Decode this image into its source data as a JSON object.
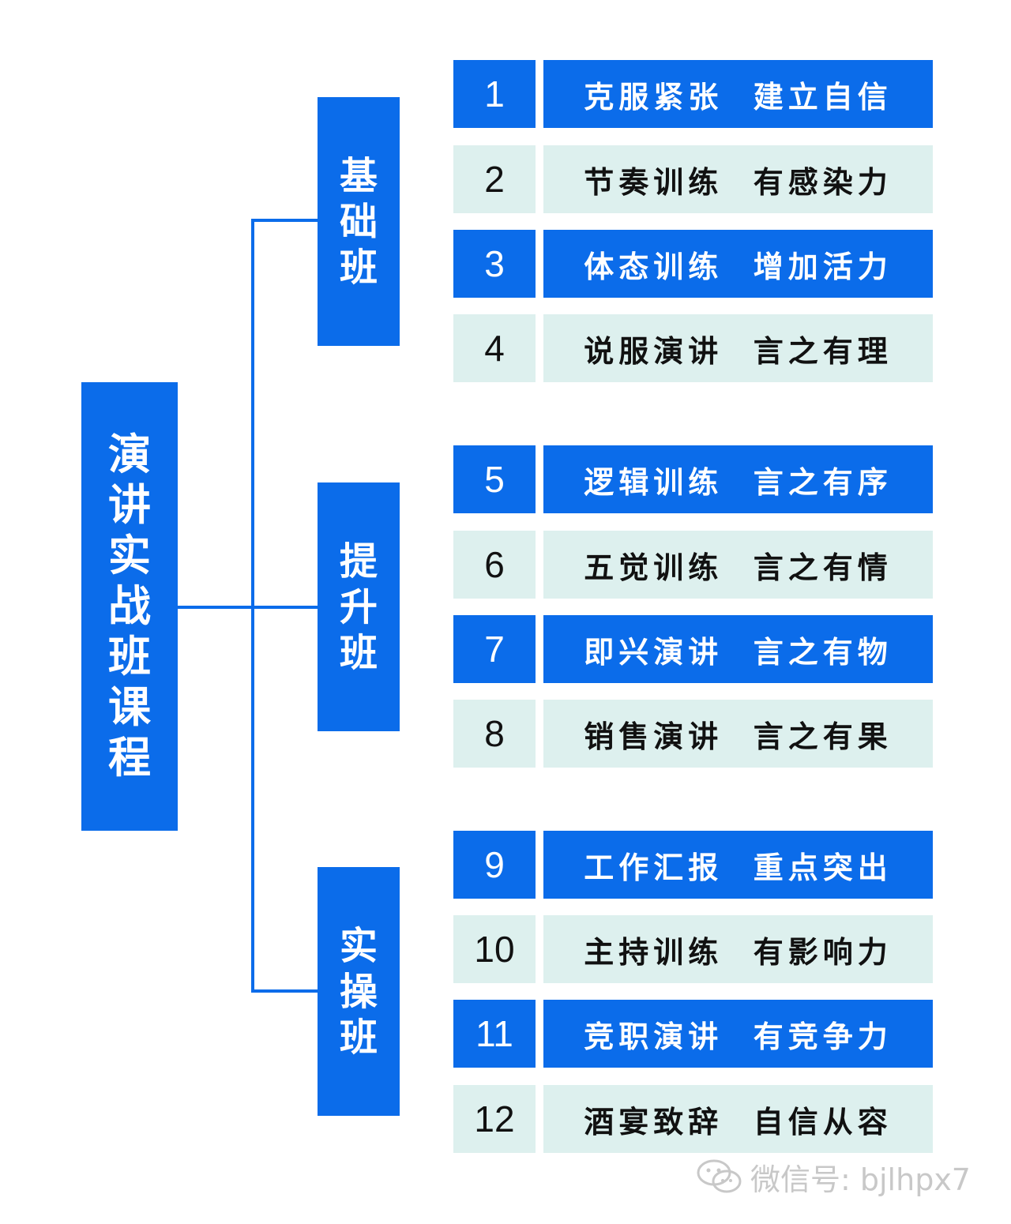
{
  "root": {
    "title_chars": [
      "演",
      "讲",
      "实",
      "战",
      "班",
      "课",
      "程"
    ]
  },
  "groups": [
    {
      "chars": [
        "基",
        "础",
        "班"
      ]
    },
    {
      "chars": [
        "提",
        "升",
        "班"
      ]
    },
    {
      "chars": [
        "实",
        "操",
        "班"
      ]
    }
  ],
  "courses": [
    {
      "num": "1",
      "label": "克服紧张  建立自信"
    },
    {
      "num": "2",
      "label": "节奏训练  有感染力"
    },
    {
      "num": "3",
      "label": "体态训练  增加活力"
    },
    {
      "num": "4",
      "label": "说服演讲  言之有理"
    },
    {
      "num": "5",
      "label": "逻辑训练  言之有序"
    },
    {
      "num": "6",
      "label": "五觉训练  言之有情"
    },
    {
      "num": "7",
      "label": "即兴演讲  言之有物"
    },
    {
      "num": "8",
      "label": "销售演讲  言之有果"
    },
    {
      "num": "9",
      "label": "工作汇报  重点突出"
    },
    {
      "num": "10",
      "label": "主持训练  有影响力"
    },
    {
      "num": "11",
      "label": "竞职演讲  有竞争力"
    },
    {
      "num": "12",
      "label": "酒宴致辞  自信从容"
    }
  ],
  "watermark": {
    "text": "微信号: bjlhpx7",
    "icon": "wechat-icon"
  },
  "colors": {
    "accent": "#0b6cea",
    "pale": "#ddf0ee",
    "watermark": "#c8c8c8"
  }
}
